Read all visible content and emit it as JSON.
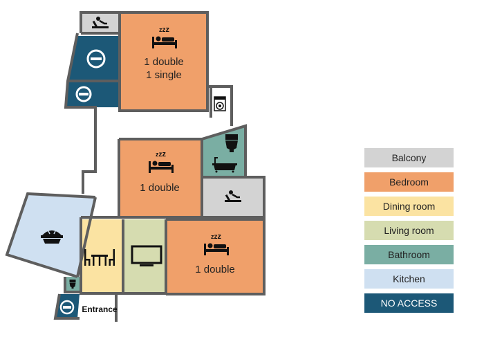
{
  "rooms": {
    "bedroom_top": {
      "line1": "1 double",
      "line2": "1 single"
    },
    "bedroom_middle": {
      "label": "1 double"
    },
    "bedroom_bottom": {
      "label": "1 double"
    },
    "entrance": {
      "label": "Entrance"
    }
  },
  "legend": {
    "items": [
      {
        "label": "Balcony",
        "color": "#d3d3d3",
        "text_color": "#222222"
      },
      {
        "label": "Bedroom",
        "color": "#f0a06a",
        "text_color": "#222222"
      },
      {
        "label": "Dining room",
        "color": "#fbe3a2",
        "text_color": "#222222"
      },
      {
        "label": "Living room",
        "color": "#d6dcb0",
        "text_color": "#222222"
      },
      {
        "label": "Bathroom",
        "color": "#7aaea3",
        "text_color": "#222222"
      },
      {
        "label": "Kitchen",
        "color": "#cfe0f1",
        "text_color": "#222222"
      },
      {
        "label": "NO ACCESS",
        "color": "#1c5877",
        "text_color": "#ffffff"
      }
    ]
  },
  "colors": {
    "wall": "#5e5e5e",
    "balcony": "#d3d3d3",
    "bedroom": "#f0a06a",
    "dining": "#fbe3a2",
    "living": "#d6dcb0",
    "bathroom": "#7aaea3",
    "kitchen": "#cfe0f1",
    "no_access": "#1c5877"
  },
  "icons": [
    "sleeping-bed-icon",
    "no-entry-icon",
    "washing-machine-icon",
    "toilet-icon",
    "bathtub-icon",
    "lounger-icon",
    "pie-icon",
    "dining-table-icon",
    "tv-icon"
  ]
}
